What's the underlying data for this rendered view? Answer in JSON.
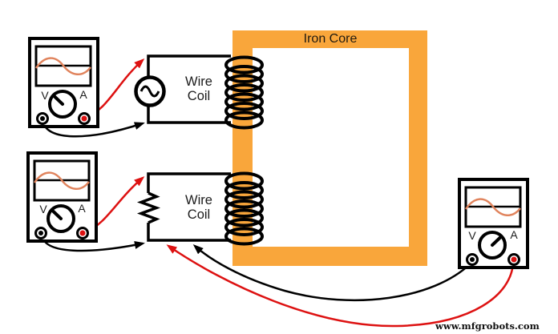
{
  "core": {
    "label": "Iron Core",
    "color": "#F9A63B"
  },
  "primary_coil": {
    "label": "Wire\nCoil"
  },
  "secondary_coil": {
    "label": "Wire\nCoil"
  },
  "meters": [
    {
      "volts": "V",
      "amps": "A"
    },
    {
      "volts": "V",
      "amps": "A"
    },
    {
      "volts": "V",
      "amps": "A"
    }
  ],
  "colors": {
    "core_orange": "#F9A63B",
    "wire_red": "#DD1111",
    "wire_black": "#000000",
    "waveform": "#E0835C"
  },
  "watermark": "www.mfgrobots.com"
}
